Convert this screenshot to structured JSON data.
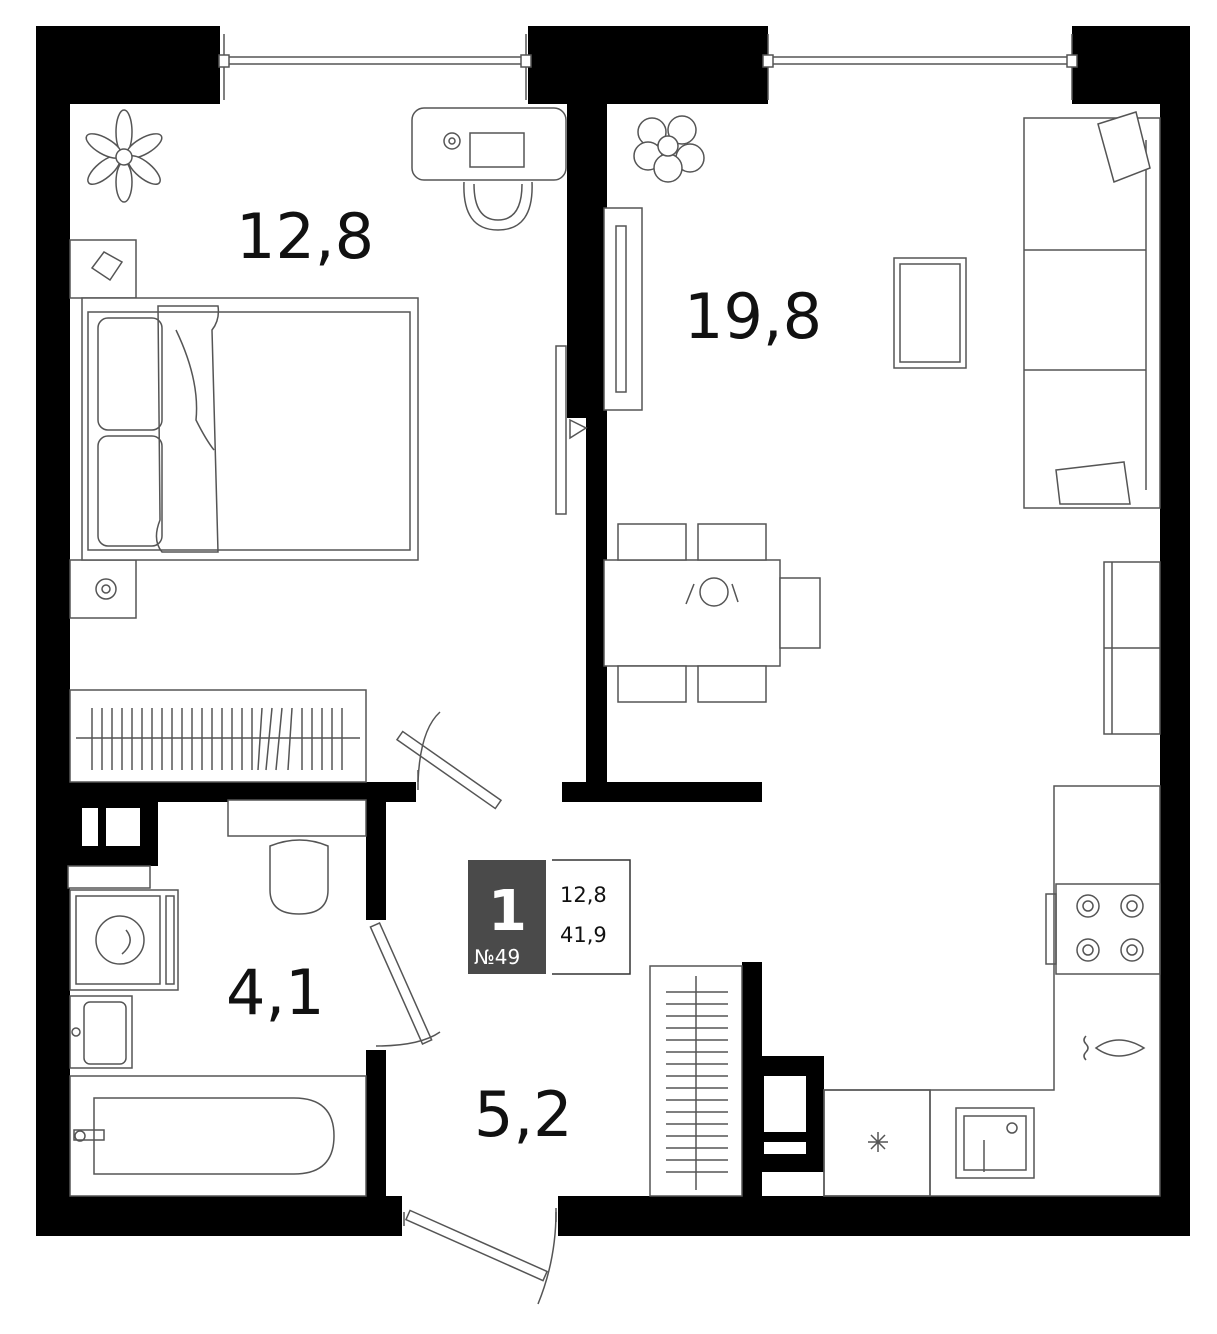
{
  "plan": {
    "rooms": [
      {
        "id": "bedroom",
        "area_label": "12,8"
      },
      {
        "id": "living",
        "area_label": "19,8"
      },
      {
        "id": "bathroom",
        "area_label": "4,1"
      },
      {
        "id": "hall",
        "area_label": "5,2"
      }
    ],
    "info": {
      "rooms_count": "1",
      "apartment_number": "№49",
      "living_area": "12,8",
      "total_area": "41,9"
    },
    "colors": {
      "wall": "#000000",
      "badge": "#4a4a4a",
      "line": "#555555",
      "background": "#ffffff"
    }
  }
}
